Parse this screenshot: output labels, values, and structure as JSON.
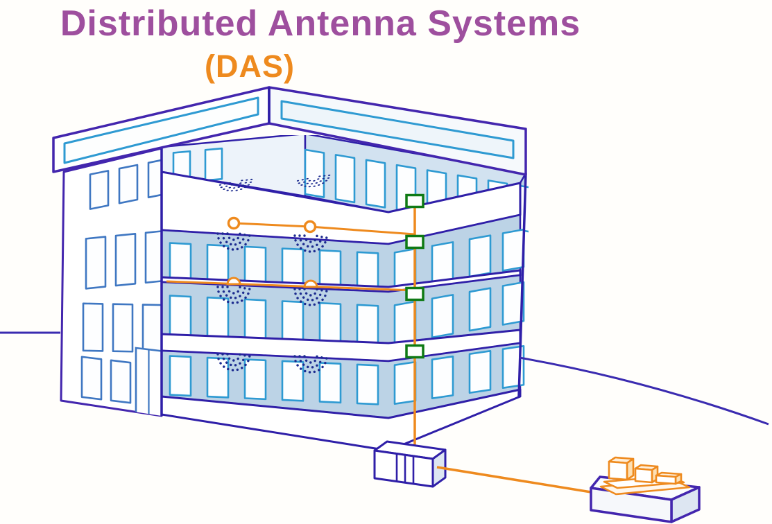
{
  "title": {
    "line1": "Distributed Antenna Systems",
    "line2": "(DAS)"
  },
  "colors": {
    "title_purple": "#9e4f9e",
    "accent_orange": "#ee8a1e",
    "outline_indigo": "#2f1fa8",
    "outline_violet": "#4326ae",
    "window_cyan": "#2e9ad2",
    "facade_window_blue": "#3f77c2",
    "wall_tint": "#bcd3e6",
    "wall_tint_light": "#d2e2f0",
    "interior_light": "#edf3fa",
    "slab_white": "#ffffff",
    "coverage_dot_navy": "#1c2b8f",
    "tap_green": "#0e7a14",
    "side_tint": "#dde6f2",
    "ground_line": "#3a2bb0"
  },
  "components": {
    "building": {
      "type": "office-building-cutaway",
      "visible_floors": 4
    },
    "ceiling_antennas": {
      "donut_antennas": 2,
      "dome_antennas": 2
    },
    "coverage_patterns": 8,
    "riser": {
      "taps": 4
    },
    "head_end_unit": 1,
    "base_station": 1
  }
}
